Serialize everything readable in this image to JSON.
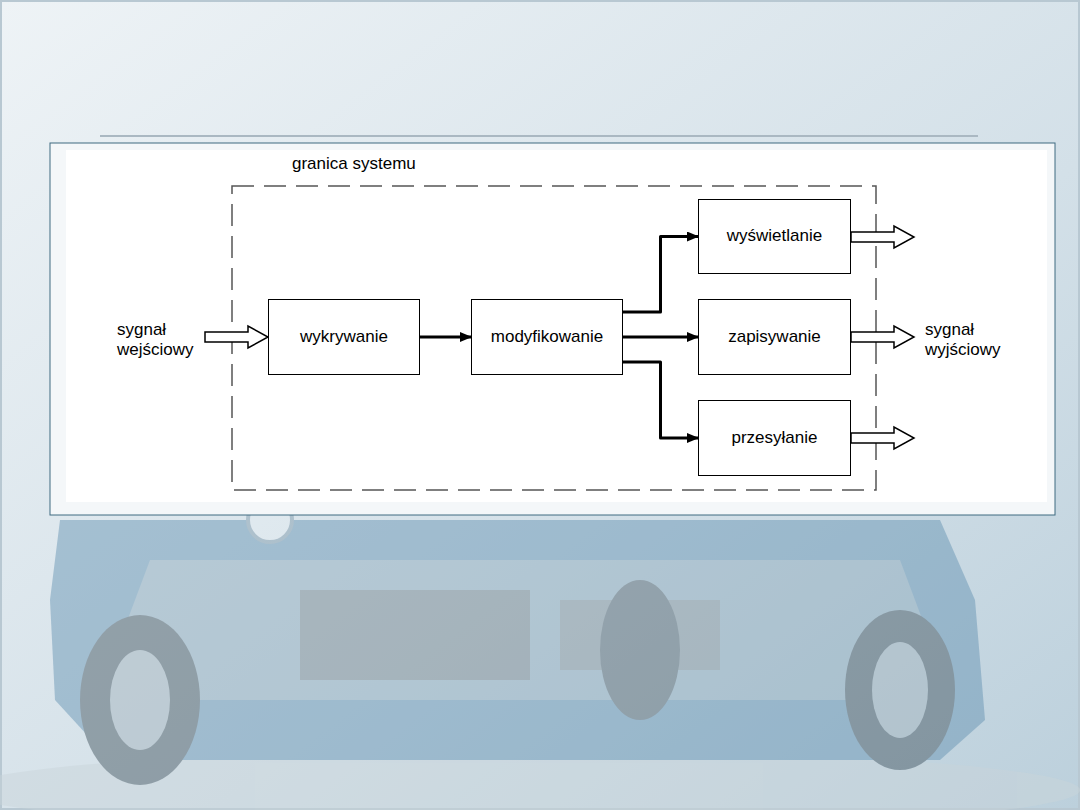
{
  "diagram": {
    "nodes": [
      {
        "text": [
          "granica systemu"
        ]
      },
      {
        "text": [
          "wykrywanie"
        ],
        "in": 0
      },
      {
        "text": [
          "modyfikowanie"
        ],
        "in": 0
      },
      {
        "text": [
          "wyświetlanie"
        ],
        "in": 0
      },
      {
        "text": [
          "zapisywanie"
        ],
        "in": 0
      },
      {
        "text": [
          "przesyłanie"
        ],
        "in": 0
      }
    ],
    "edges": [
      {
        "from": 1,
        "to": 2,
        "arrow": "to"
      },
      {
        "from": 2,
        "to": 3,
        "arrow": "to"
      },
      {
        "from": 2,
        "to": 4,
        "arrow": "to"
      },
      {
        "from": 2,
        "to": 5,
        "arrow": "to"
      }
    ],
    "labels": [
      "sygnał wejściowy",
      "sygnał wyjściowy"
    ]
  }
}
